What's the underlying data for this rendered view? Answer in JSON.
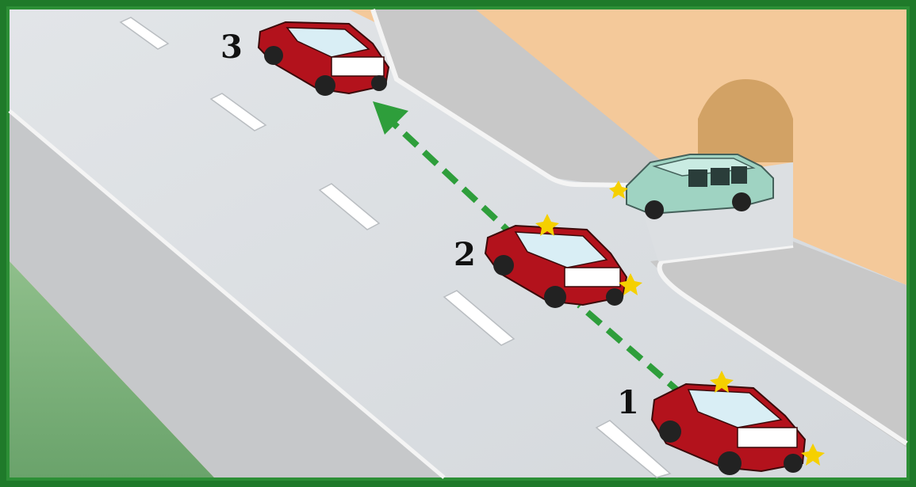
{
  "scene": {
    "position_labels": [
      "1",
      "2",
      "3"
    ],
    "colors": {
      "frame": "#1f7a2a",
      "road": "#dcdfe2",
      "sidewalk": "#c9c9c9",
      "curb": "#f2f2f2",
      "building": "#f4c99a",
      "tunnel": "#d2a265",
      "grass": "#7fb17d",
      "car_main": "#b3121c",
      "car_other": "#9fd3c2",
      "arrow": "#2e9e3b",
      "indicator": "#f5d000"
    },
    "icons": [
      "car-icon",
      "arrow-path-icon",
      "turn-signal-icon",
      "tunnel-icon"
    ]
  }
}
